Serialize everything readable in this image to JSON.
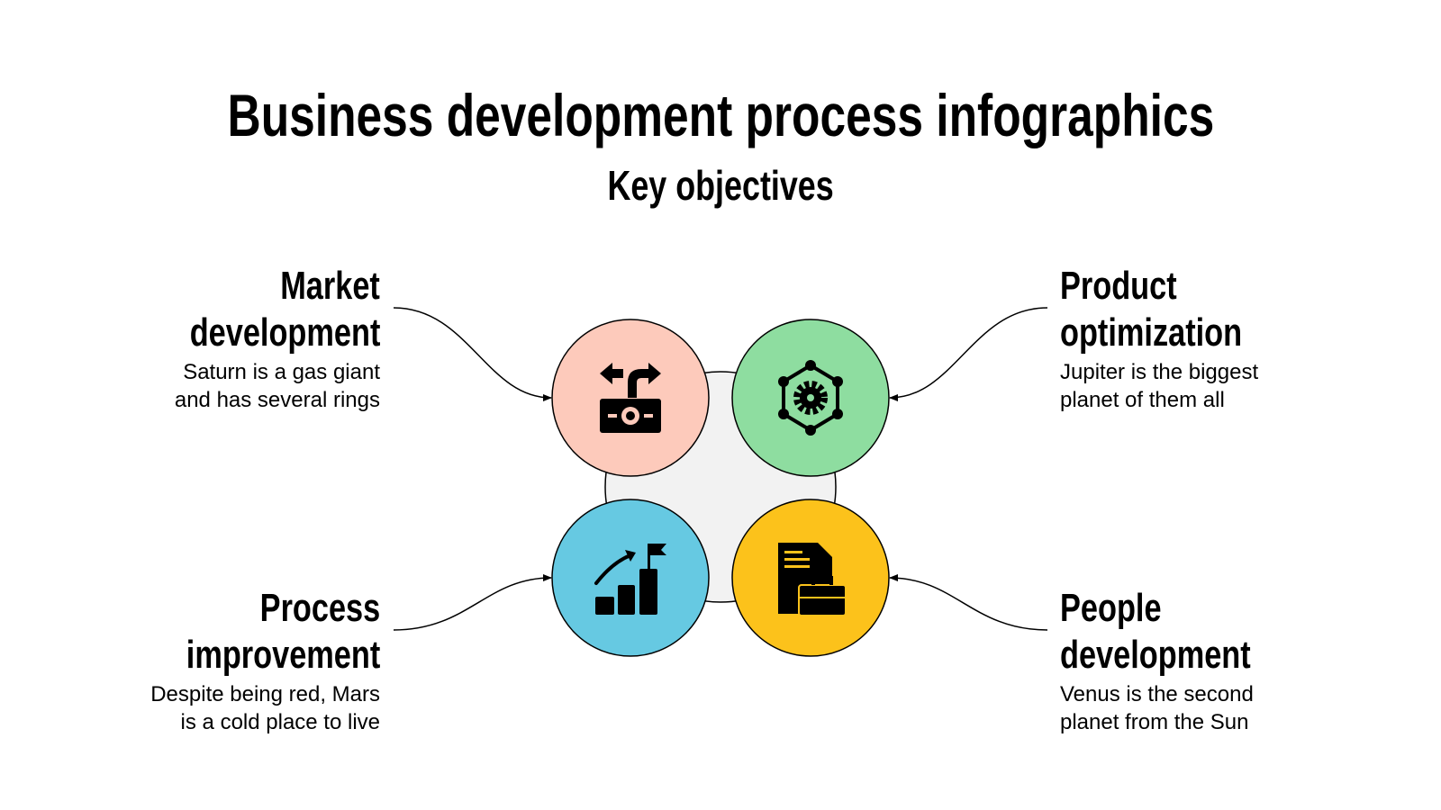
{
  "title": "Business development process infographics",
  "subtitle": "Key objectives",
  "items": [
    {
      "heading_line1": "Market",
      "heading_line2": "development",
      "desc_line1": "Saturn is a gas giant",
      "desc_line2": "and has several rings",
      "color": "#FDCABB",
      "icon": "money-split-arrows-icon"
    },
    {
      "heading_line1": "Product",
      "heading_line2": "optimization",
      "desc_line1": "Jupiter is the biggest",
      "desc_line2": "planet of them all",
      "color": "#8EDDA0",
      "icon": "gear-network-icon"
    },
    {
      "heading_line1": "Process",
      "heading_line2": "improvement",
      "desc_line1": "Despite being red, Mars",
      "desc_line2": "is a cold place to live",
      "color": "#66C9E2",
      "icon": "growth-chart-flag-icon"
    },
    {
      "heading_line1": "People",
      "heading_line2": "development",
      "desc_line1": "Venus is the second",
      "desc_line2": "planet from the Sun",
      "color": "#FCC21B",
      "icon": "document-briefcase-icon"
    }
  ],
  "center_color": "#F2F2F2"
}
